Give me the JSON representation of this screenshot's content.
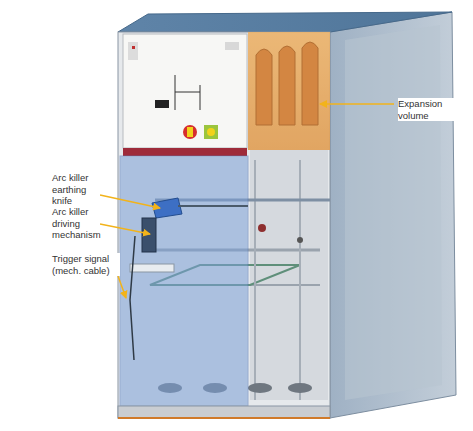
{
  "diagram": {
    "labels": [
      "Expansion volume",
      "Arc killer earthing knife",
      "Arc killer driving mechanism",
      "Trigger signal (mech. cable)"
    ]
  }
}
